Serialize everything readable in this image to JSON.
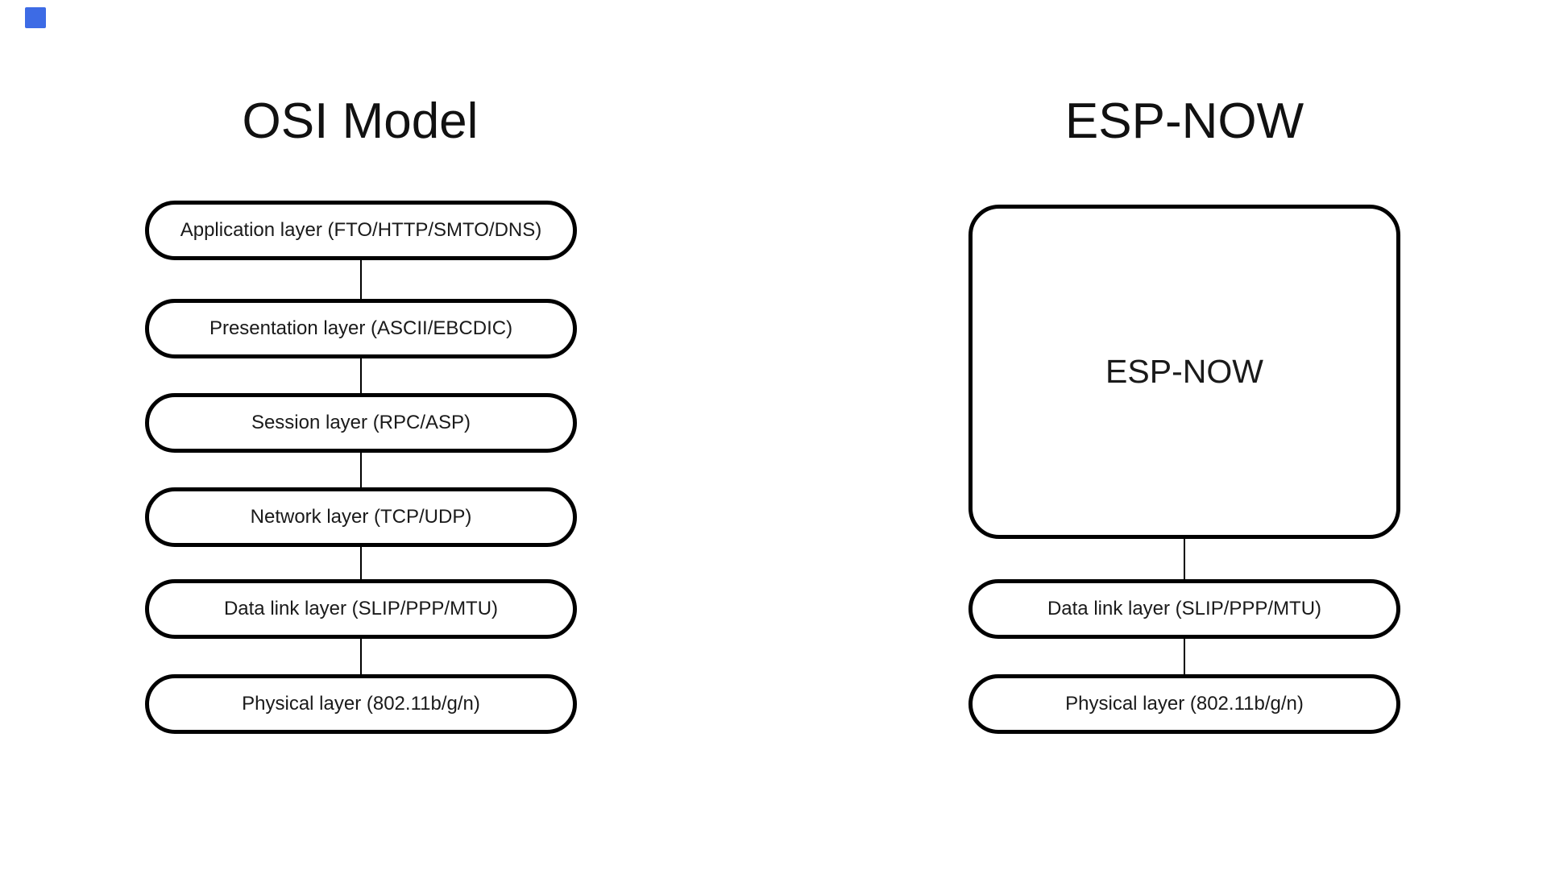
{
  "diagram": {
    "background_color": "#ffffff",
    "border_color": "#000000",
    "text_color": "#1a1a1a",
    "marker_color": "#3d6be5",
    "left": {
      "title": "OSI Model",
      "layers": [
        "Application layer (FTO/HTTP/SMTO/DNS)",
        "Presentation layer (ASCII/EBCDIC)",
        "Session layer (RPC/ASP)",
        "Network layer (TCP/UDP)",
        "Data link layer (SLIP/PPP/MTU)",
        "Physical layer (802.11b/g/n)"
      ]
    },
    "right": {
      "title": "ESP-NOW",
      "big_box_label": "ESP-NOW",
      "layers": [
        "Data link layer (SLIP/PPP/MTU)",
        "Physical layer (802.11b/g/n)"
      ]
    }
  }
}
